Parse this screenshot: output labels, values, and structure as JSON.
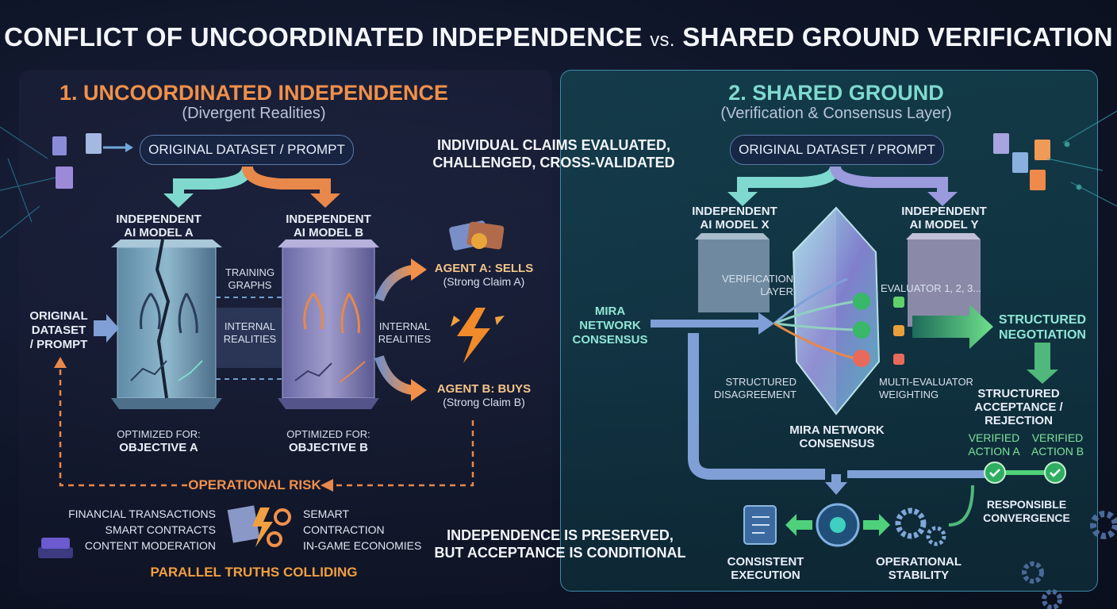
{
  "title": {
    "main": "CONFLICT OF UNCOORDINATED INDEPENDENCE",
    "vs": "vs.",
    "rest": "SHARED GROUND VERIFICATION"
  },
  "left": {
    "heading": "1. UNCOORDINATED INDEPENDENCE",
    "subheading": "(Divergent Realities)",
    "dataset_pill": "ORIGINAL DATASET / PROMPT",
    "model_a": [
      "INDEPENDENT",
      "AI MODEL A"
    ],
    "model_b": [
      "INDEPENDENT",
      "AI MODEL B"
    ],
    "input_label": [
      "ORIGINAL",
      "DATASET",
      "/ PROMPT"
    ],
    "training_graphs": [
      "TRAINING",
      "GRAPHS"
    ],
    "internal_realities_1": [
      "INTERNAL",
      "REALITIES"
    ],
    "internal_realities_2": [
      "INTERNAL",
      "REALITIES"
    ],
    "agent_a": {
      "title": "AGENT A: SELLS",
      "claim": "(Strong Claim A)"
    },
    "agent_b": {
      "title": "AGENT B: BUYS",
      "claim": "(Strong Claim B)"
    },
    "optimized_a": {
      "line1": "OPTIMIZED FOR:",
      "line2": "OBJECTIVE A"
    },
    "optimized_b": {
      "line1": "OPTIMIZED FOR:",
      "line2": "OBJECTIVE B"
    },
    "risk": "OPERATIONAL RISK",
    "domains_left": [
      "FINANCIAL TRANSACTIONS",
      "SMART CONTRACTS",
      "CONTENT MODERATION"
    ],
    "domains_right": [
      "SEMART",
      "CONTRACTION",
      "IN-GAME ECONOMIES"
    ],
    "footer": "PARALLEL TRUTHS COLLIDING"
  },
  "center": {
    "claims": [
      "INDIVIDUAL CLAIMS EVALUATED,",
      "CHALLENGED, CROSS-VALIDATED"
    ],
    "bottom": [
      "INDEPENDENCE IS PRESERVED,",
      "BUT ACCEPTANCE IS CONDITIONAL"
    ]
  },
  "right": {
    "heading": "2. SHARED GROUND",
    "subheading": "(Verification & Consensus Layer)",
    "dataset_pill": "ORIGINAL DATASET / PROMPT",
    "model_x": [
      "INDEPENDENT",
      "AI MODEL X"
    ],
    "model_y": [
      "INDEPENDENT",
      "AI MODEL Y"
    ],
    "verification": [
      "VERIFICATION",
      "LAYER"
    ],
    "evaluators": "EVALUATOR 1, 2, 3...",
    "mira_left": [
      "MIRA",
      "NETWORK",
      "CONSENSUS"
    ],
    "structured_disagreement": [
      "STRUCTURED",
      "DISAGREEMENT"
    ],
    "multi_evaluator": [
      "MULTI-EVALUATOR",
      "WEIGHTING"
    ],
    "mira_bottom": [
      "MIRA NETWORK",
      "CONSENSUS"
    ],
    "negotiation": [
      "STRUCTURED",
      "NEGOTIATION"
    ],
    "acceptance": [
      "STRUCTURED",
      "ACCEPTANCE / REJECTION"
    ],
    "verified_a": [
      "VERIFIED",
      "ACTION A"
    ],
    "verified_b": [
      "VERIFIED",
      "ACTION B"
    ],
    "convergence": [
      "RESPONSIBLE",
      "CONVERGENCE"
    ],
    "consistent": [
      "CONSISTENT",
      "EXECUTION"
    ],
    "stability": [
      "OPERATIONAL",
      "STABILITY"
    ]
  },
  "colors": {
    "orange": "#f0904a",
    "teal": "#7fd9cf",
    "green": "#4fd07a",
    "blue_arrow": "#7f9fd6"
  }
}
